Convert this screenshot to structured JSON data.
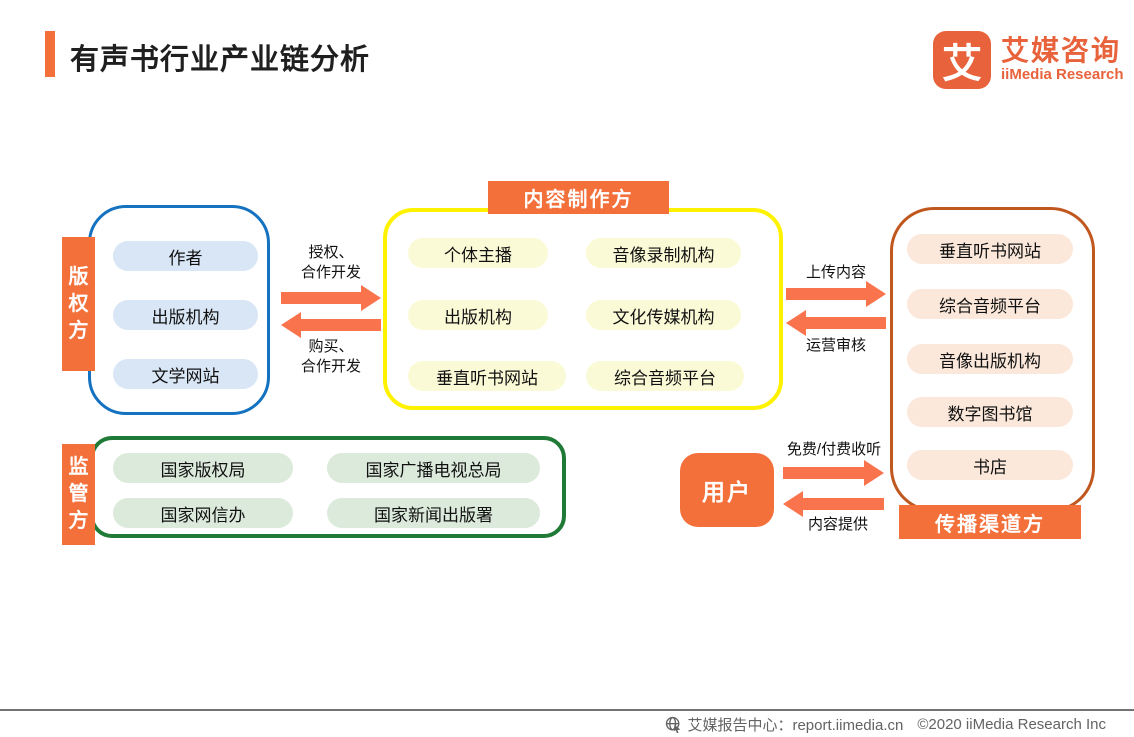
{
  "title": "有声书行业产业链分析",
  "logo": {
    "icon": "艾",
    "name_cn": "艾媒咨询",
    "name_en": "iiMedia Research"
  },
  "colors": {
    "accent_orange": "#F4703A",
    "arrow_orange": "#F9734C",
    "copyright_border_blue": "#1472C1",
    "producers_border_yellow": "#FFF200",
    "channels_border_brown": "#C0571E",
    "regulators_border_green": "#1F7A38",
    "pill_blue": "#D9E6F5",
    "pill_yellow": "#FBFAD6",
    "pill_peach": "#FBE8DB",
    "pill_green": "#DCEADC"
  },
  "groups": {
    "copyright": {
      "label": "版权方",
      "items": [
        "作者",
        "出版机构",
        "文学网站"
      ]
    },
    "producers": {
      "label": "内容制作方",
      "items": [
        "个体主播",
        "音像录制机构",
        "出版机构",
        "文化传媒机构",
        "垂直听书网站",
        "综合音频平台"
      ]
    },
    "channels": {
      "label": "传播渠道方",
      "items": [
        "垂直听书网站",
        "综合音频平台",
        "音像出版机构",
        "数字图书馆",
        "书店"
      ]
    },
    "regulators": {
      "label": "监管方",
      "items": [
        "国家版权局",
        "国家广播电视总局",
        "国家网信办",
        "国家新闻出版署"
      ]
    },
    "user": {
      "label": "用户"
    }
  },
  "flows": {
    "authorize": "授权、\n合作开发",
    "purchase": "购买、\n合作开发",
    "upload": "上传内容",
    "review": "运营审核",
    "listen": "免费/付费收听",
    "provide": "内容提供"
  },
  "footer": {
    "source": "艾媒报告中心：report.iimedia.cn",
    "copyright": "©2020 iiMedia Research Inc"
  }
}
